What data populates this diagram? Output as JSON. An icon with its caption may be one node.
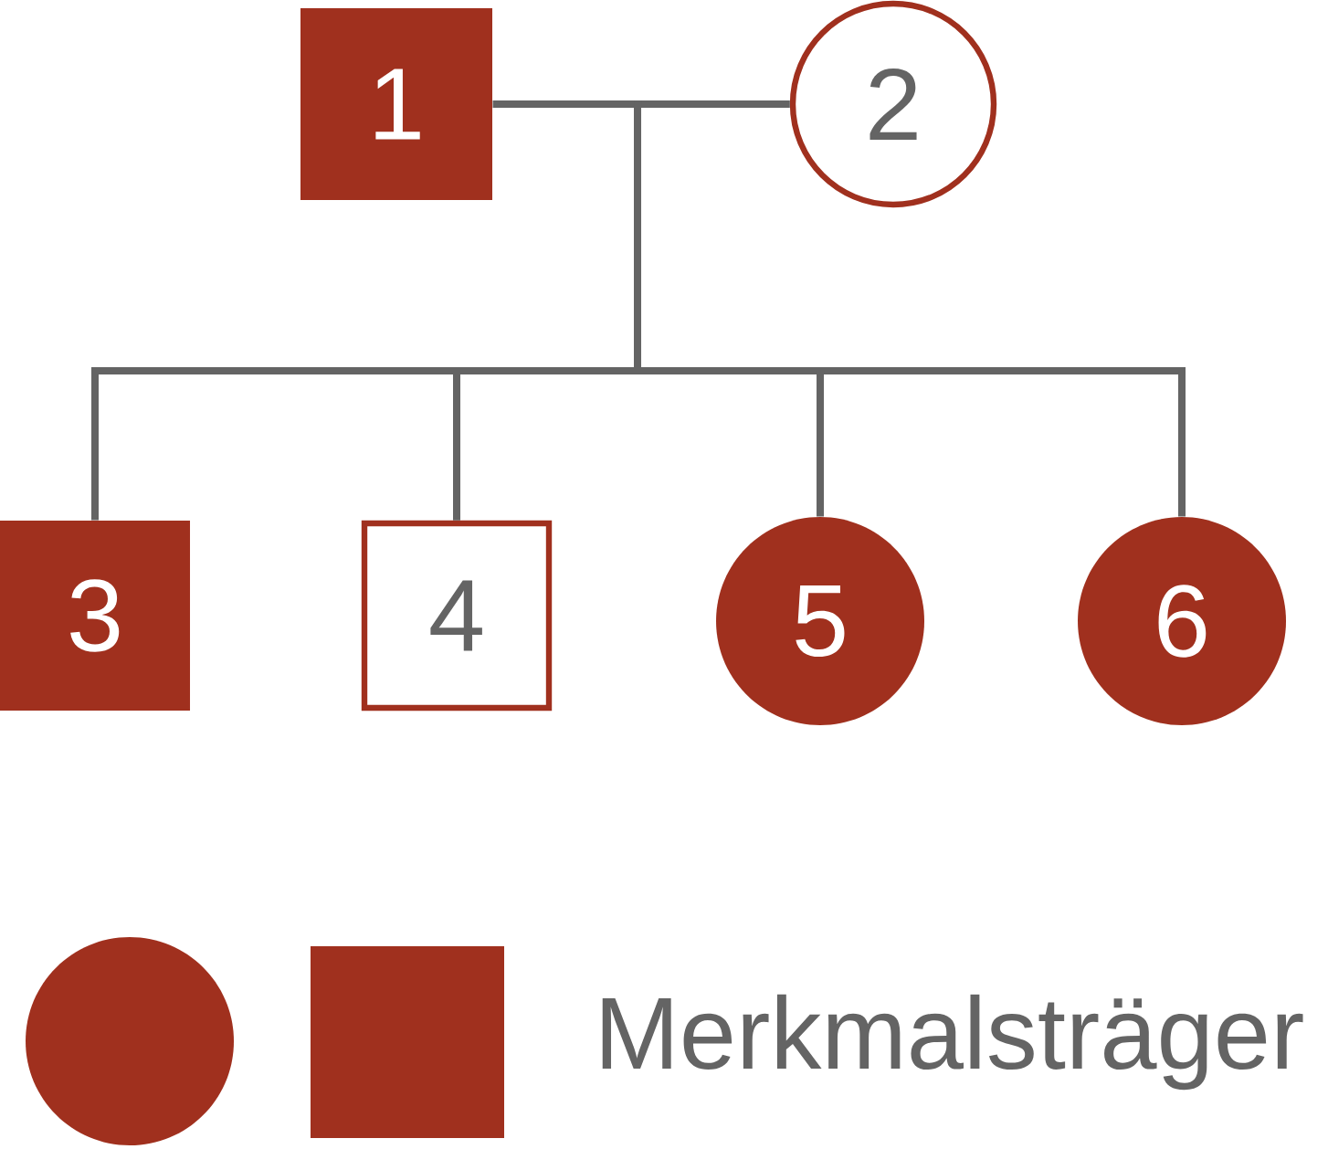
{
  "diagram": {
    "nodes": [
      {
        "text": [
          "1"
        ]
      },
      {
        "text": [
          "2"
        ]
      },
      {
        "text": [
          "3"
        ]
      },
      {
        "text": [
          "4"
        ]
      },
      {
        "text": [
          "5"
        ]
      },
      {
        "text": [
          "6"
        ]
      }
    ],
    "edges": [
      {
        "from": 0,
        "to": 1,
        "arrow": "none"
      },
      {
        "from": 0,
        "to": 2,
        "arrow": "none"
      },
      {
        "from": 0,
        "to": 3,
        "arrow": "none"
      },
      {
        "from": 0,
        "to": 4,
        "arrow": "none"
      },
      {
        "from": 0,
        "to": 5,
        "arrow": "none"
      },
      {
        "from": 1,
        "to": 2,
        "arrow": "none"
      },
      {
        "from": 1,
        "to": 3,
        "arrow": "none"
      },
      {
        "from": 1,
        "to": 4,
        "arrow": "none"
      },
      {
        "from": 1,
        "to": 5,
        "arrow": "none"
      }
    ],
    "legend": [
      {
        "text": "Merkmalsträger",
        "color": "#a0301e"
      }
    ]
  }
}
